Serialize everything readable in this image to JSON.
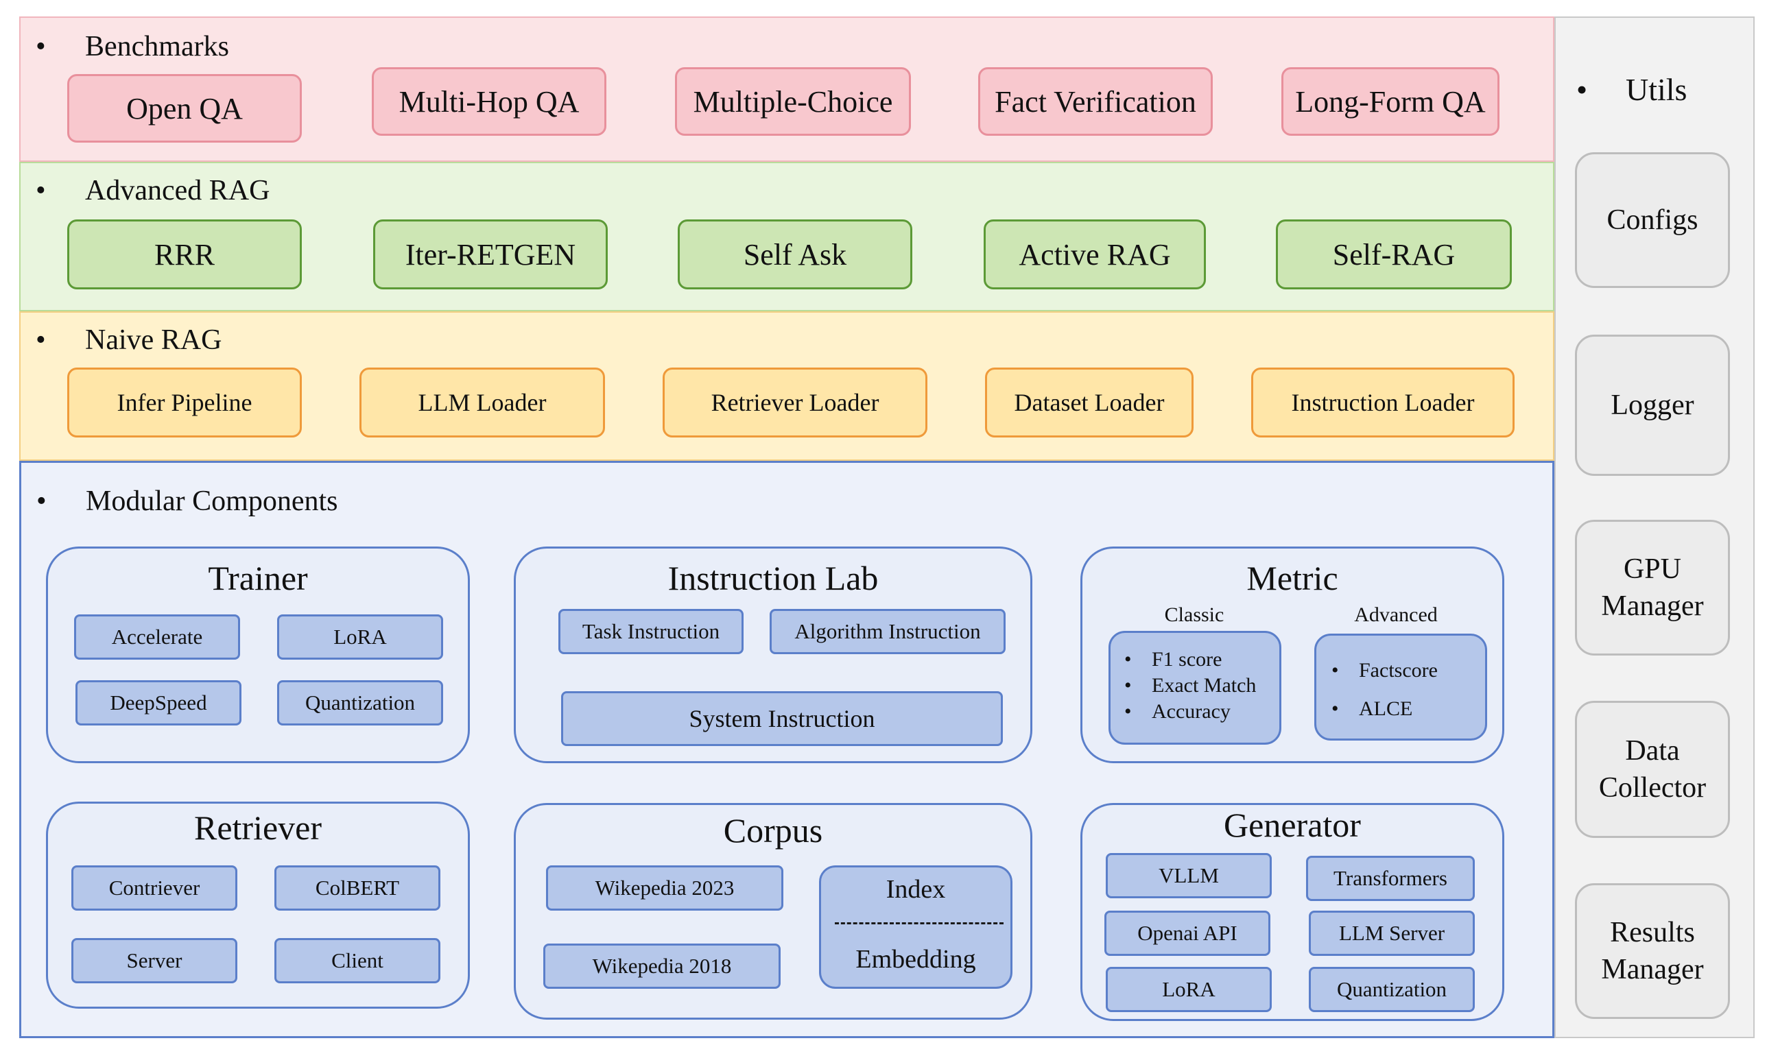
{
  "benchmarks": {
    "title": "Benchmarks",
    "items": [
      "Open QA",
      "Multi-Hop QA",
      "Multiple-Choice",
      "Fact Verification",
      "Long-Form QA"
    ]
  },
  "advanced_rag": {
    "title": "Advanced RAG",
    "items": [
      "RRR",
      "Iter-RETGEN",
      "Self Ask",
      "Active RAG",
      "Self-RAG"
    ]
  },
  "naive_rag": {
    "title": "Naive RAG",
    "items": [
      "Infer Pipeline",
      "LLM Loader",
      "Retriever Loader",
      "Dataset Loader",
      "Instruction Loader"
    ]
  },
  "modular": {
    "title": "Modular Components",
    "trainer": {
      "title": "Trainer",
      "items": [
        "Accelerate",
        "LoRA",
        "DeepSpeed",
        "Quantization"
      ]
    },
    "instruction_lab": {
      "title": "Instruction Lab",
      "items": [
        "Task Instruction",
        "Algorithm Instruction",
        "System Instruction"
      ]
    },
    "metric": {
      "title": "Metric",
      "classic": {
        "label": "Classic",
        "items": [
          "F1 score",
          "Exact Match",
          "Accuracy"
        ]
      },
      "advanced": {
        "label": "Advanced",
        "items": [
          "Factscore",
          "ALCE"
        ]
      }
    },
    "retriever": {
      "title": "Retriever",
      "items": [
        "Contriever",
        "ColBERT",
        "Server",
        "Client"
      ]
    },
    "corpus": {
      "title": "Corpus",
      "items": [
        "Wikepedia 2023",
        "Wikepedia 2018"
      ],
      "index": "Index",
      "embedding": "Embedding"
    },
    "generator": {
      "title": "Generator",
      "items": [
        "VLLM",
        "Transformers",
        "Openai API",
        "LLM Server",
        "LoRA",
        "Quantization"
      ]
    }
  },
  "utils": {
    "title": "Utils",
    "items": [
      "Configs",
      "Logger",
      "GPU\nManager",
      "Data\nCollector",
      "Results\nManager"
    ]
  },
  "bullet": "•",
  "colors": {
    "benchmarks_bg": "#fbe4e6",
    "advanced_bg": "#e9f5de",
    "naive_bg": "#fff2cc",
    "modular_bg": "#edf1fa",
    "utils_bg": "#f2f2f2",
    "chip": "#b5c7ea"
  }
}
